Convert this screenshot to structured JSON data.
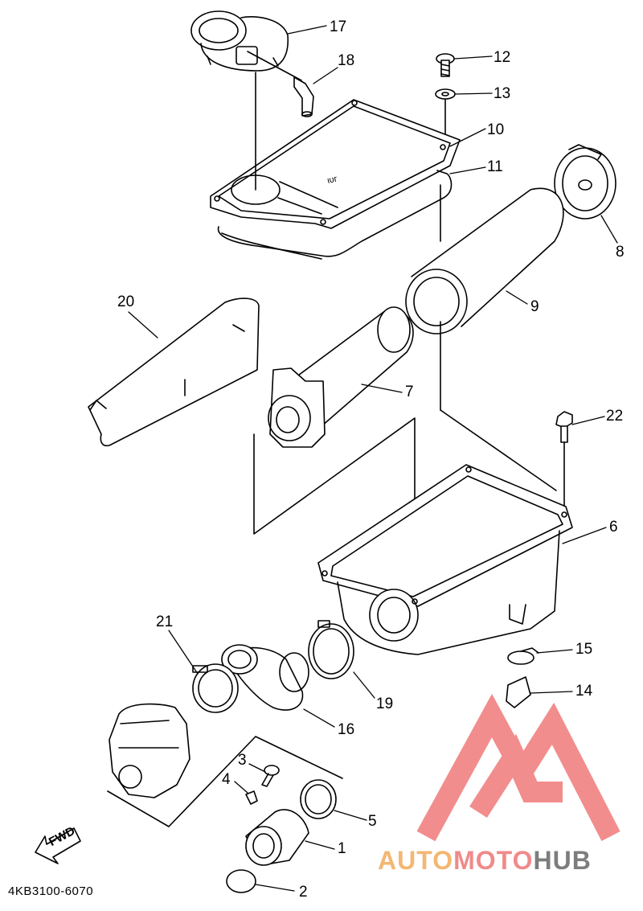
{
  "diagram": {
    "document_code": "4KB3100-6070",
    "fwd_label": "FWD",
    "watermark": {
      "part1": "AUTO",
      "part2": "MOTO",
      "part3": "HUB",
      "colors": {
        "auto": "#f3b774",
        "moto": "#f08a8a",
        "hub": "#7d7d7d",
        "logo": "#f07a7a"
      }
    },
    "part_numbers": {
      "p1": "1",
      "p2": "2",
      "p3": "3",
      "p4": "4",
      "p5": "5",
      "p6": "6",
      "p7": "7",
      "p8": "8",
      "p9": "9",
      "p10": "10",
      "p11": "11",
      "p12": "12",
      "p13": "13",
      "p14": "14",
      "p15": "15",
      "p16": "16",
      "p17": "17",
      "p18": "18",
      "p19": "19",
      "p20": "20",
      "p21": "21",
      "p22": "22"
    }
  }
}
